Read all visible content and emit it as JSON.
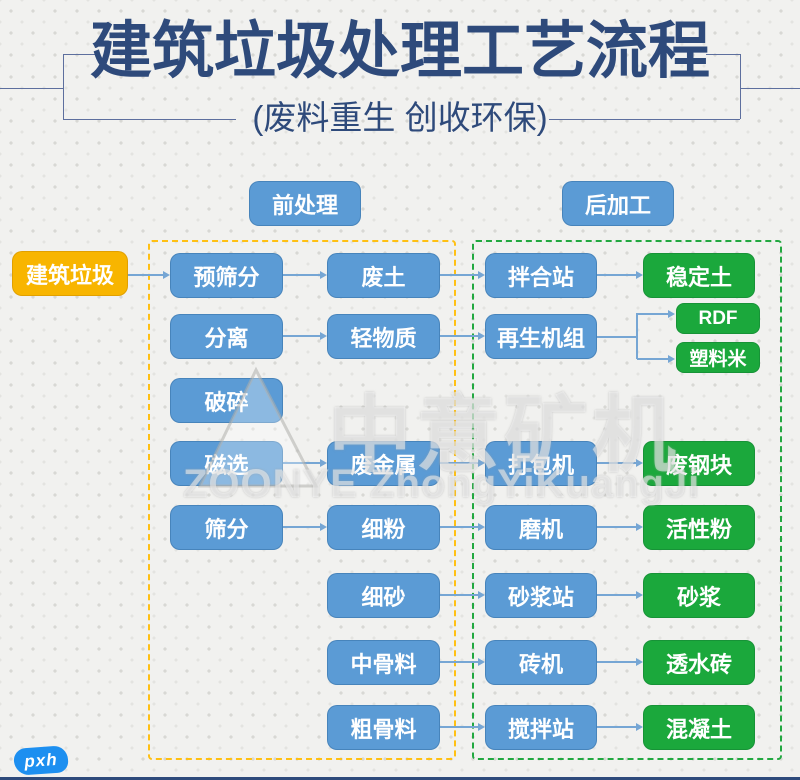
{
  "page": {
    "title": "建筑垃圾处理工艺流程",
    "subtitle": "(废料重生 创收环保)"
  },
  "sections": {
    "pre_label": "前处理",
    "post_label": "后加工"
  },
  "source": {
    "label": "建筑垃圾"
  },
  "flow": {
    "r1": [
      "预筛分",
      "废土",
      "拌合站",
      "稳定土"
    ],
    "r2": [
      "分离",
      "轻物质",
      "再生机组",
      "RDF",
      "塑料米"
    ],
    "r3": [
      "破碎"
    ],
    "r4": [
      "磁选",
      "废金属",
      "打包机",
      "废钢块"
    ],
    "r5": [
      "筛分",
      "细粉",
      "磨机",
      "活性粉"
    ],
    "r6": [
      "细砂",
      "砂浆站",
      "砂浆"
    ],
    "r7": [
      "中骨料",
      "砖机",
      "透水砖"
    ],
    "r8": [
      "粗骨料",
      "搅拌站",
      "混凝土"
    ]
  },
  "watermark": {
    "cn": "中意矿机",
    "en": "ZOONYE ZhongYiKuangJi"
  },
  "signature": "pxh",
  "colors": {
    "process_blue": "#5B9BD5",
    "product_green": "#1BA83C",
    "source_yellow": "#F8B500",
    "dash_yellow": "#FFC013",
    "dash_green": "#22A840",
    "title_navy": "#2E4A7B",
    "arrow_blue": "#76A6D4",
    "signature_blue": "#1D8FF0"
  }
}
